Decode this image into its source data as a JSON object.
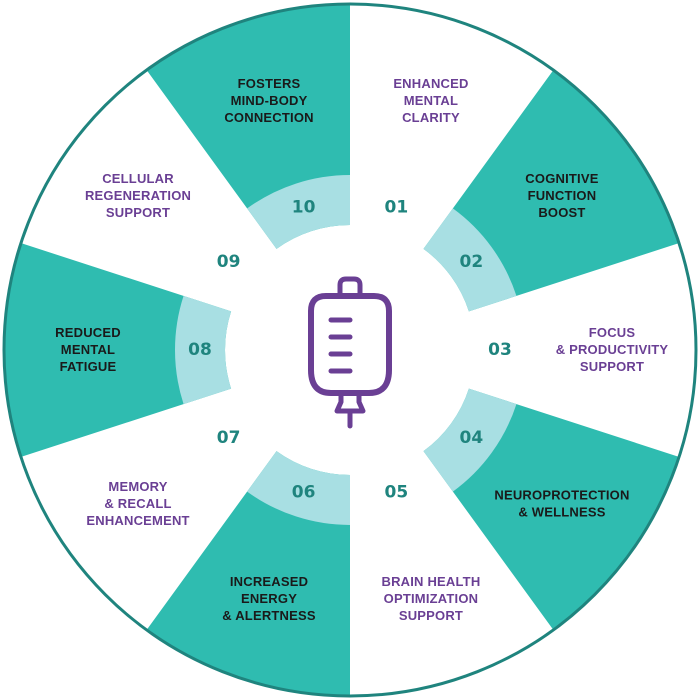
{
  "colors": {
    "teal": "#2fbcb0",
    "light_teal": "#a8dfe3",
    "dark_teal": "#1f847e",
    "purple": "#6a3f94",
    "dark_text": "#1a1a1a",
    "white": "#ffffff"
  },
  "center_icon": "iv-bag-icon",
  "segments": [
    {
      "number": "01",
      "lines": [
        "ENHANCED",
        "MENTAL",
        "CLARITY"
      ],
      "filled": false
    },
    {
      "number": "02",
      "lines": [
        "COGNITIVE",
        "FUNCTION",
        "BOOST"
      ],
      "filled": true
    },
    {
      "number": "03",
      "lines": [
        "FOCUS",
        "& PRODUCTIVITY",
        "SUPPORT"
      ],
      "filled": false
    },
    {
      "number": "04",
      "lines": [
        "NEUROPROTECTION",
        "& WELLNESS"
      ],
      "filled": true
    },
    {
      "number": "05",
      "lines": [
        "BRAIN HEALTH",
        "OPTIMIZATION",
        "SUPPORT"
      ],
      "filled": false
    },
    {
      "number": "06",
      "lines": [
        "INCREASED",
        "ENERGY",
        "& ALERTNESS"
      ],
      "filled": true
    },
    {
      "number": "07",
      "lines": [
        "MEMORY",
        "& RECALL",
        "ENHANCEMENT"
      ],
      "filled": false
    },
    {
      "number": "08",
      "lines": [
        "REDUCED",
        "MENTAL",
        "FATIGUE"
      ],
      "filled": true
    },
    {
      "number": "09",
      "lines": [
        "CELLULAR",
        "REGENERATION",
        "SUPPORT"
      ],
      "filled": false
    },
    {
      "number": "10",
      "lines": [
        "FOSTERS",
        "MIND-BODY",
        "CONNECTION"
      ],
      "filled": true
    }
  ]
}
